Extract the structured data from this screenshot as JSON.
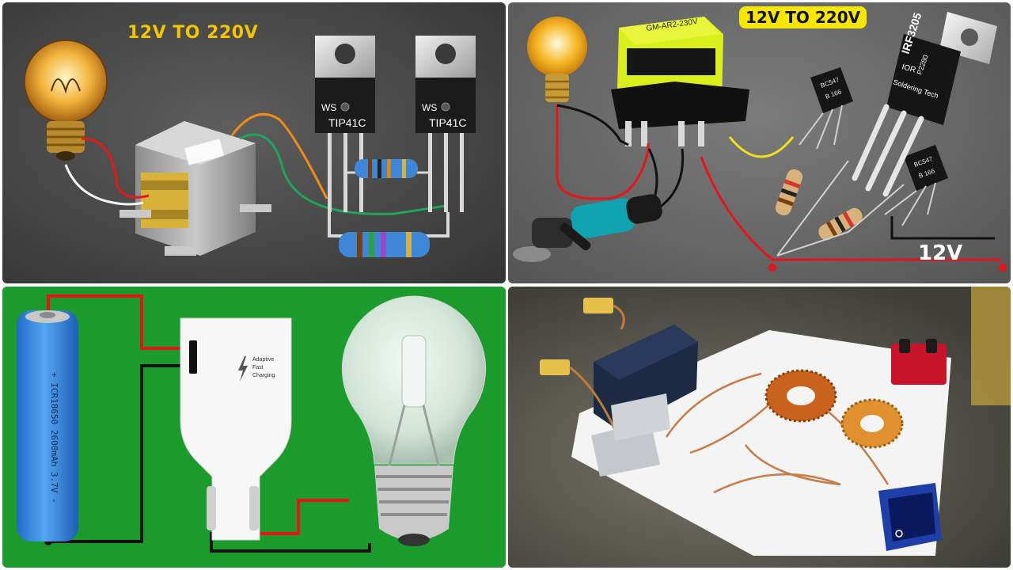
{
  "top_left": {
    "title": "12V TO 220V",
    "transistors": [
      {
        "brand": "WS",
        "model": "TIP41C"
      },
      {
        "brand": "WS",
        "model": "TIP41C"
      }
    ]
  },
  "top_right": {
    "title": "12V TO 220V",
    "transformer_label": "GM-AR2-230V",
    "mosfet": {
      "model": "IRF3205",
      "brand": "IOR",
      "code": "P2280",
      "maker": "Soldering Tech"
    },
    "transistors": [
      {
        "model": "BC547",
        "code": "B 166"
      },
      {
        "model": "BC547",
        "code": "B 166"
      }
    ],
    "voltage": "12V"
  },
  "bottom_left": {
    "battery_label": "+ ICR18650 2600mAh 3.7V -",
    "charger_label": [
      "Adaptive",
      "Fast",
      "Charging"
    ]
  },
  "colors": {
    "title_yellow": "#f4c400",
    "wire_red": "#e8141c",
    "wire_black": "#111111",
    "green_bg": "#1a9b2c"
  }
}
